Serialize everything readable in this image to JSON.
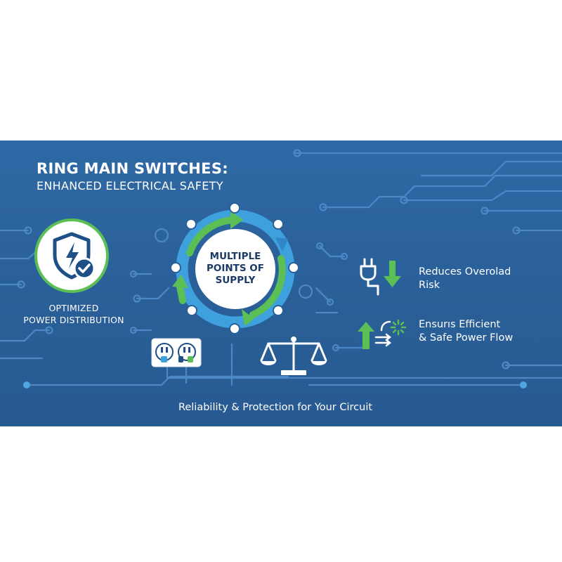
{
  "header": {
    "title": "RING MAIN SWITCHES:",
    "subtitle": "ENHANCED ELECTRICAL SAFETY"
  },
  "left_panel": {
    "icon": "shield-lightning-check-icon",
    "caption_line1": "OPTIMIZED",
    "caption_line2": "POWER DISTRIBUTION"
  },
  "center": {
    "line1": "MULTIPLE",
    "line2": "POINTS OF",
    "line3": "SUPPLY",
    "icons": [
      "ring-cycle-icon",
      "power-outlet-icon",
      "balance-scale-icon"
    ]
  },
  "features": [
    {
      "icon": "plug-down-arrow-icon",
      "line1": "Reduces Overolad",
      "line2": "Risk"
    },
    {
      "icon": "up-arrow-flow-icon",
      "line1": "Ensurıs Efficient",
      "line2": "& Safe Power Flow"
    }
  ],
  "footer": {
    "tagline": "Reliability & Protection for Your Circuit"
  },
  "colors": {
    "background": "#2b609a",
    "accent_green": "#5bbf55",
    "accent_blue": "#3aa0db",
    "circuit_line": "#4b86c4"
  }
}
